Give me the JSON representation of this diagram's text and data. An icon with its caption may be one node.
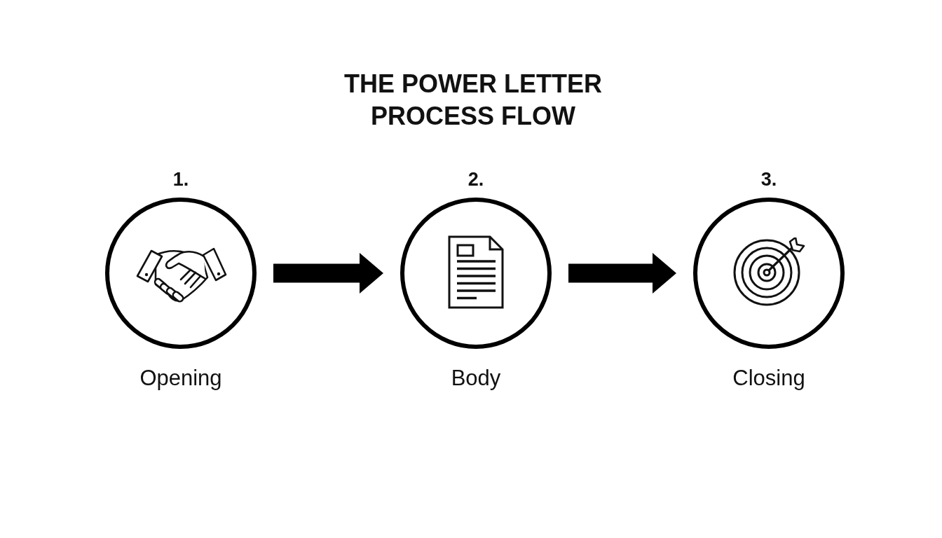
{
  "diagram": {
    "title": "THE POWER LETTER PROCESS FLOW",
    "nodes": [
      {
        "text": [
          "1.",
          "Opening"
        ]
      },
      {
        "text": [
          "2.",
          "Body"
        ]
      },
      {
        "text": [
          "3.",
          "Closing"
        ]
      }
    ],
    "edges": [
      {
        "from": 0,
        "to": 1,
        "arrow": "to"
      },
      {
        "from": 1,
        "to": 2,
        "arrow": "to"
      }
    ]
  }
}
